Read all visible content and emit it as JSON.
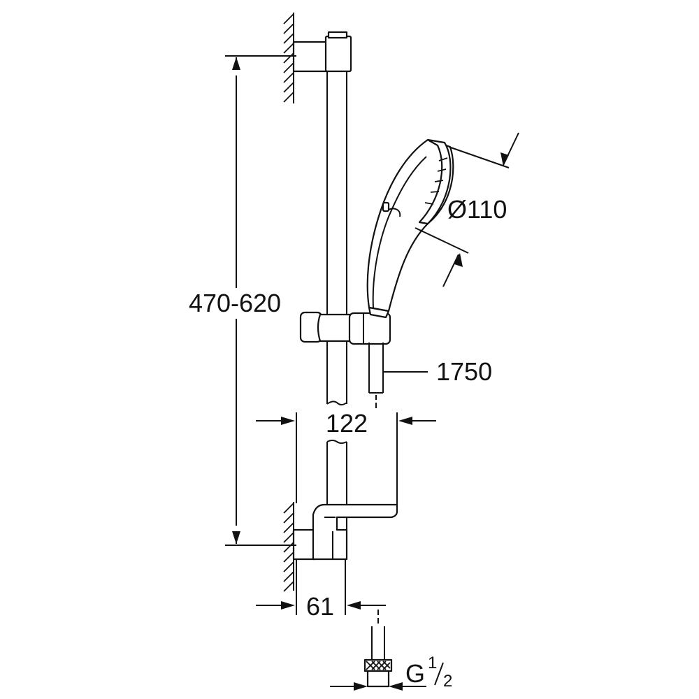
{
  "dimensions": {
    "rail_height": "470-620",
    "handshower_diameter": "Ø110",
    "hose_length": "1750",
    "holder_width": "122",
    "wall_projection": "61",
    "thread_label": "G",
    "thread_fraction_num": "1",
    "thread_fraction_den": "2"
  },
  "colors": {
    "line": "#111111",
    "background": "#ffffff"
  }
}
